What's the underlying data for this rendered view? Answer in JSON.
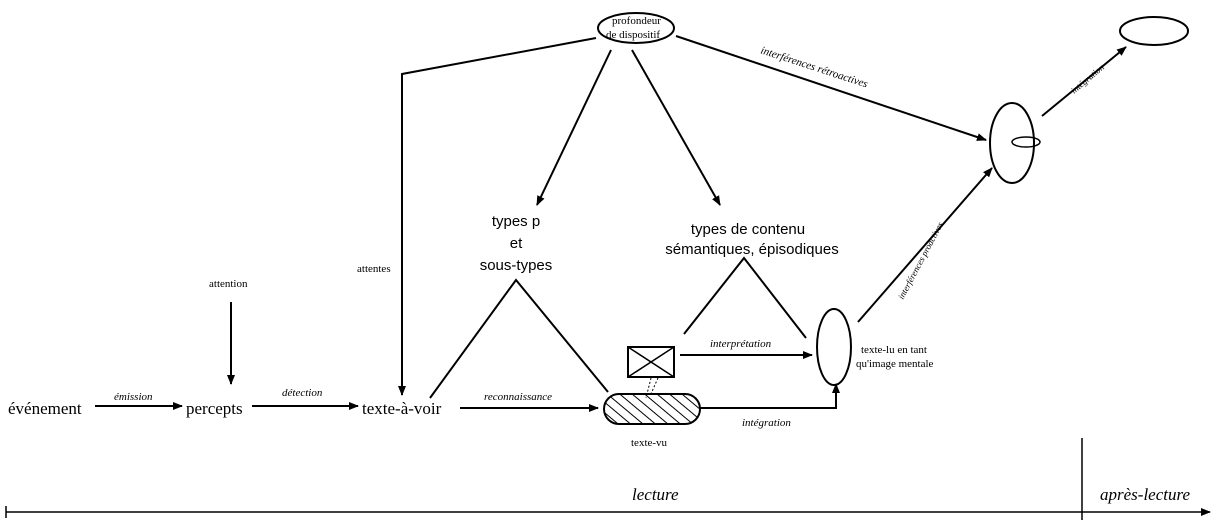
{
  "nodes": {
    "evenement": "événement",
    "percepts": "percepts",
    "texte_a_voir": "texte-à-voir",
    "texte_vu": "texte-vu",
    "texte_lu_1": "texte-lu en tant",
    "texte_lu_2": "qu'image mentale",
    "attention": "attention",
    "attentes": "attentes",
    "profondeur_1": "profondeur",
    "profondeur_2": "de dispositif",
    "types_p_1": "types p",
    "types_p_2": "et",
    "types_p_3": "sous-types",
    "types_contenu_1": "types de contenu",
    "types_contenu_2": "sémantiques, épisodiques"
  },
  "edges": {
    "emission": "émission",
    "detection": "détection",
    "reconnaissance": "reconnaissance",
    "interpretation": "interprétation",
    "integration_1": "intégration",
    "integration_2": "intégration",
    "interferences_retroactives": "interférences rétroactives",
    "interferences_proactives": "interférences proactives"
  },
  "timeline": {
    "lecture": "lecture",
    "apres_lecture": "après-lecture"
  }
}
